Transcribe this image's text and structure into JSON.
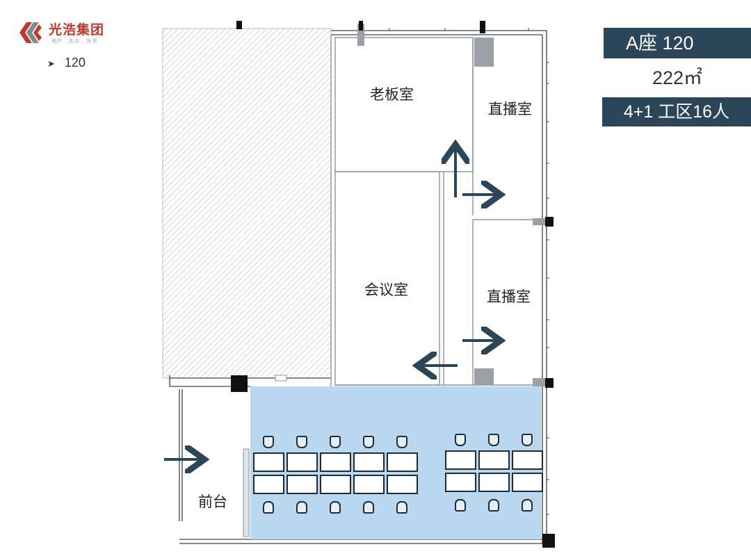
{
  "header": {
    "logo_name": "光浩集团",
    "logo_subtitle": "地产 · 实业 · 投资",
    "unit_number": "120"
  },
  "info": {
    "title": "A座 120",
    "area": "222㎡",
    "capacity": "4+1 工区16人"
  },
  "rooms": {
    "boss_office": "老板室",
    "live_room_1": "直播室",
    "meeting_room": "会议室",
    "live_room_2": "直播室",
    "reception": "前台"
  },
  "workstations": {
    "total_seats": 16,
    "group_a": {
      "rows": 2,
      "cols": 5
    },
    "group_b": {
      "rows": 2,
      "cols": 3
    }
  },
  "colors": {
    "header_box": "#2a4658",
    "work_area": "#b9d7ef",
    "arrow": "#2a4658",
    "logo_red": "#c0392b"
  },
  "icons": {
    "logo": "chevron-logo-icon",
    "bullet": "chevron-right-icon",
    "arrow": "direction-arrow-icon",
    "door": "door-marker-icon"
  }
}
